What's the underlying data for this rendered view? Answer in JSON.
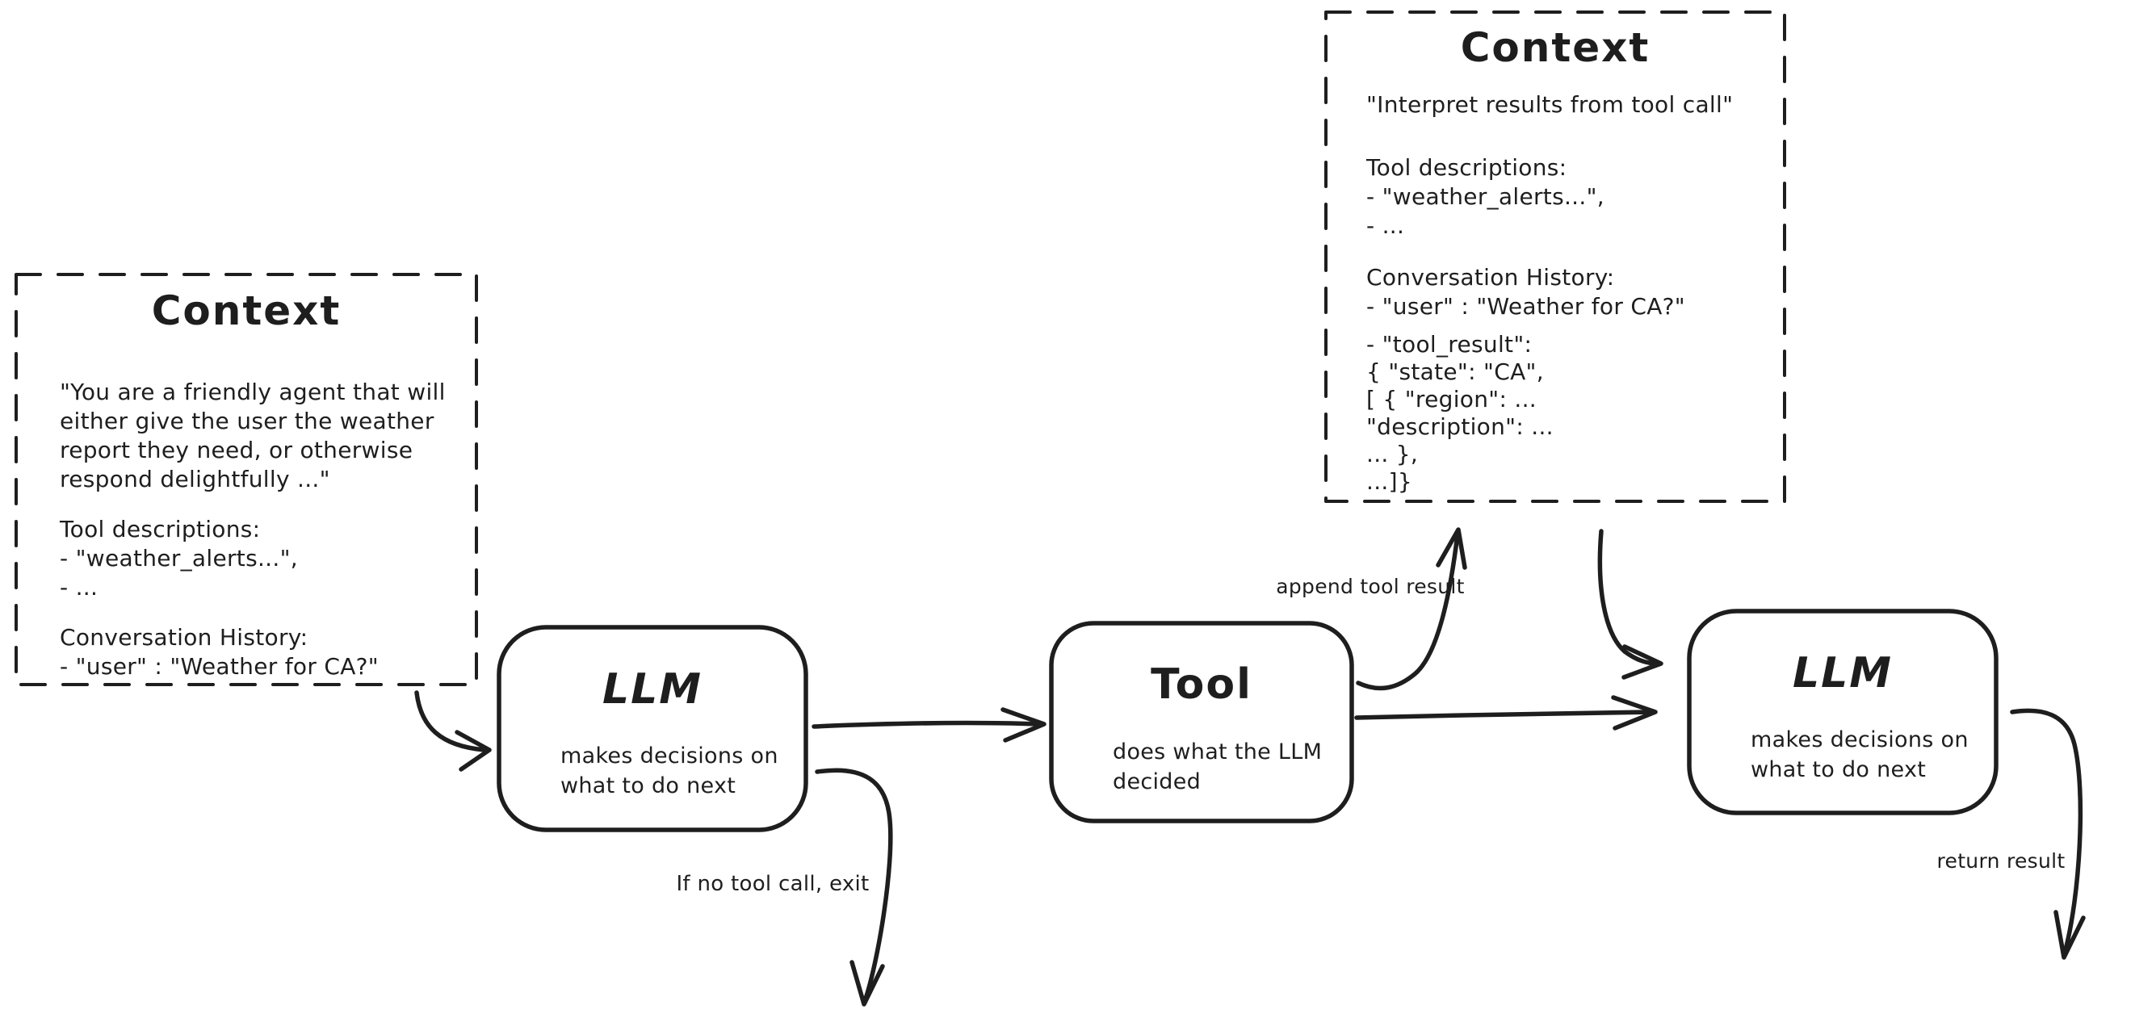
{
  "colors": {
    "ink": "#1e1e1e",
    "background": "#ffffff"
  },
  "context_left": {
    "title": "Context",
    "system_prompt": "\"You are a friendly agent that will\neither give the user the weather\nreport they need, or otherwise\nrespond delightfully ...\"",
    "tool_descriptions": "Tool descriptions:\n- \"weather_alerts...\",\n- ...",
    "conversation_history": "Conversation History:\n- \"user\" : \"Weather for CA?\""
  },
  "context_top": {
    "title": "Context",
    "instruction": "\"Interpret results from tool call\"",
    "tool_descriptions": "Tool descriptions:\n- \"weather_alerts...\",\n- ...",
    "conversation_history": "Conversation History:\n- \"user\" : \"Weather for CA?\"",
    "tool_result": "- \"tool_result\":\n      { \"state\": \"CA\",\n        [ { \"region\": ...\n            \"description\": ...\n            ... },\n        ...]}"
  },
  "nodes": {
    "llm_first": {
      "title": "LLM",
      "subtitle": "makes decisions on\nwhat to do next"
    },
    "tool": {
      "title": "Tool",
      "subtitle": "does what the LLM\ndecided"
    },
    "llm_second": {
      "title": "LLM",
      "subtitle": "makes decisions on\nwhat to do next"
    }
  },
  "edge_labels": {
    "append_tool_result": "append tool result",
    "if_no_tool_call": "If no tool call, exit",
    "return_result": "return result"
  }
}
